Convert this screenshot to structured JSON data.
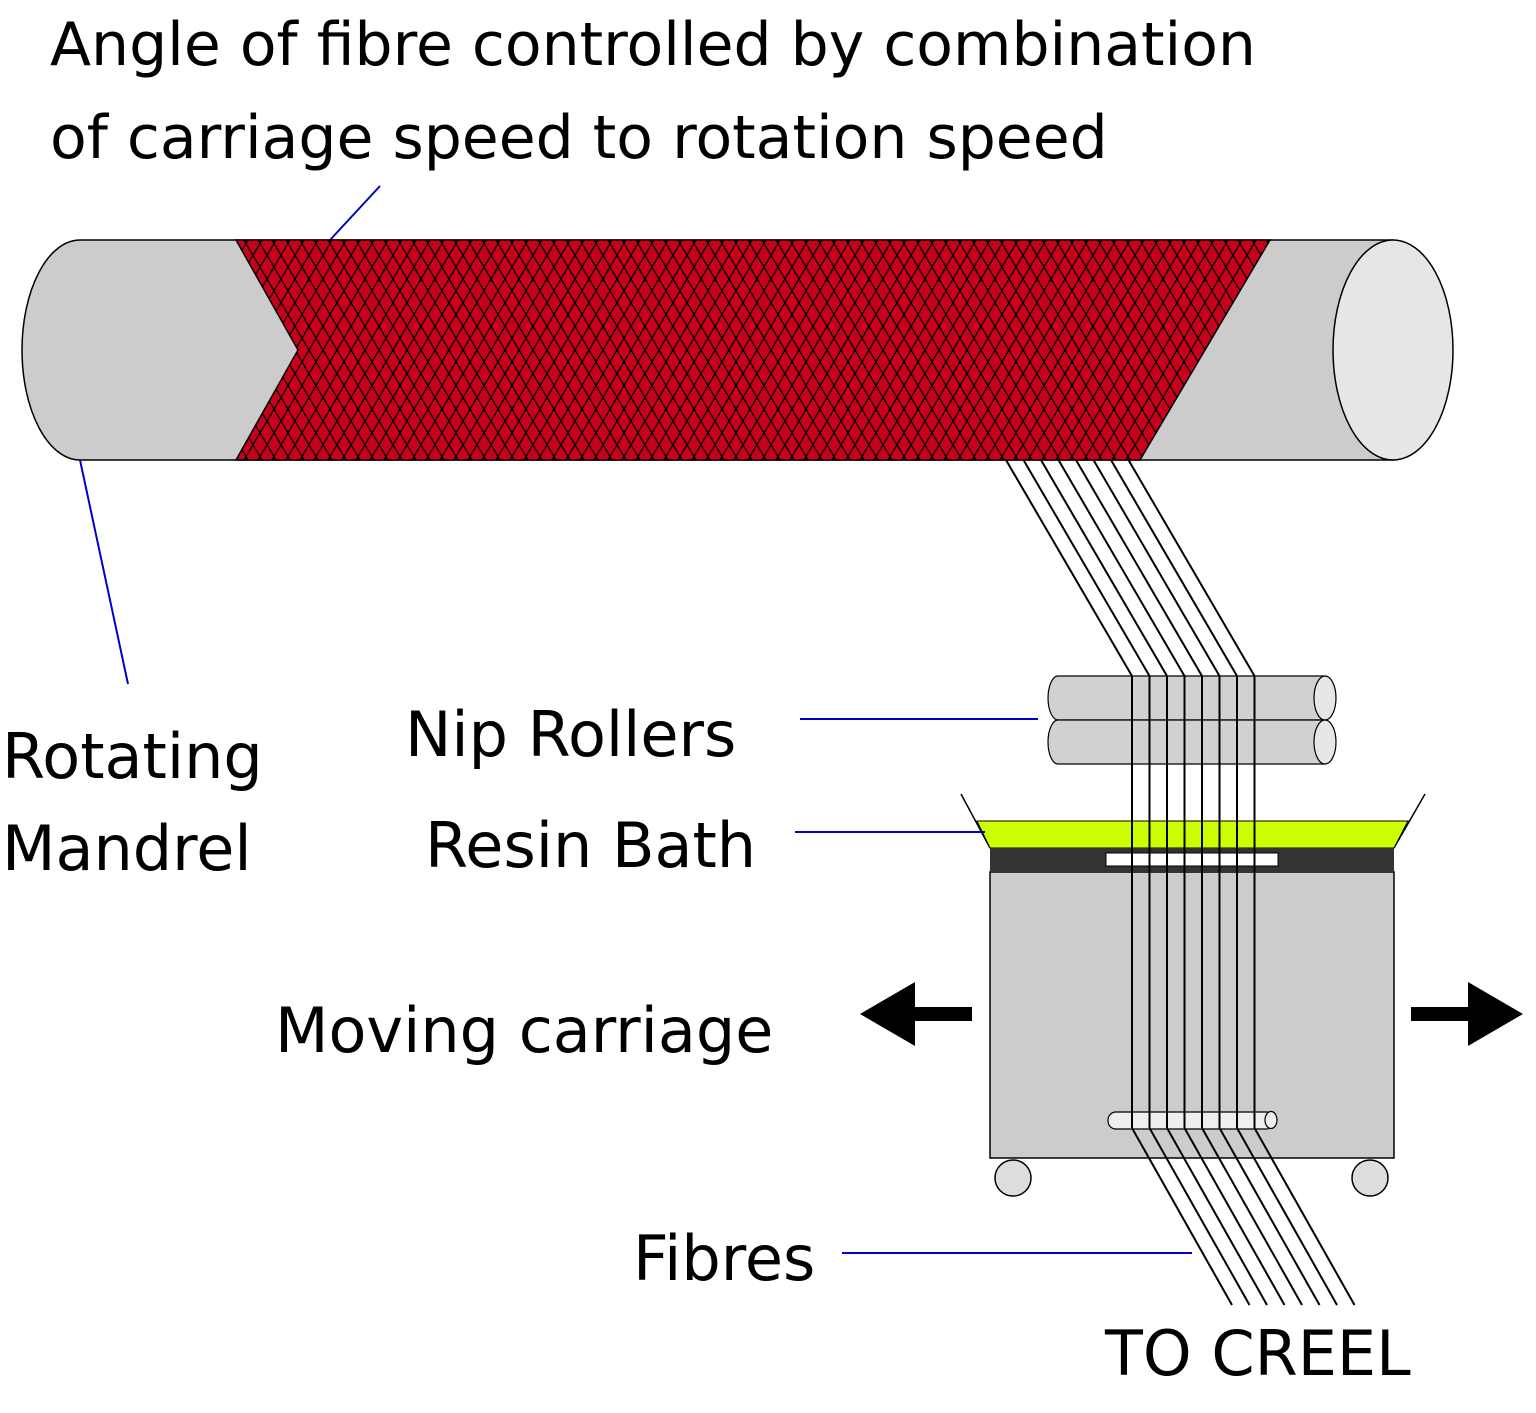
{
  "title": {
    "line1": "Angle of fibre controlled by combination",
    "line2": "of carriage speed to rotation speed"
  },
  "labels": {
    "mandrel_line1": "Rotating",
    "mandrel_line2": "Mandrel",
    "nip_rollers": "Nip Rollers",
    "resin_bath": "Resin Bath",
    "moving_carriage": "Moving carriage",
    "fibres": "Fibres",
    "to_creel": "TO CREEL"
  },
  "colors": {
    "winding": "#c8001c",
    "mandrel": "#cccccc",
    "resin": "#ccff00",
    "leader": "#0000cc",
    "carriage": "#cccccc",
    "bath_rim": "#333333"
  },
  "fibre_count": 8
}
